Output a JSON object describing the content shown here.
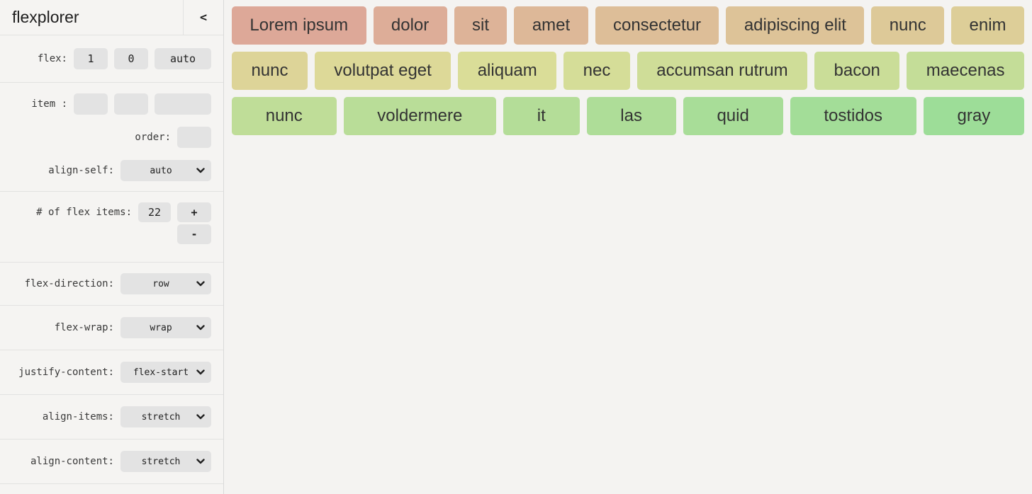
{
  "app": {
    "title": "flexplorer",
    "collapse_icon": "<"
  },
  "sidebar": {
    "flex_row": {
      "label": "flex:",
      "values": [
        "1",
        "0",
        "auto"
      ]
    },
    "item_row": {
      "label": "item :",
      "values": [
        "",
        "",
        ""
      ]
    },
    "order_row": {
      "label": "order:",
      "value": ""
    },
    "align_self_row": {
      "label": "align-self:",
      "value": "auto"
    },
    "count_row": {
      "label": "# of flex items:",
      "value": "22",
      "increment_label": "+",
      "decrement_label": "-"
    },
    "selects": [
      {
        "label": "flex-direction:",
        "value": "row"
      },
      {
        "label": "flex-wrap:",
        "value": "wrap"
      },
      {
        "label": "justify-content:",
        "value": "flex-start"
      },
      {
        "label": "align-items:",
        "value": "stretch"
      },
      {
        "label": "align-content:",
        "value": "stretch"
      }
    ]
  },
  "canvas": {
    "items": [
      {
        "label": "Lorem ipsum",
        "color": "#DDA898"
      },
      {
        "label": "dolor",
        "color": "#DDAD98"
      },
      {
        "label": "sit",
        "color": "#DDB398"
      },
      {
        "label": "amet",
        "color": "#DDB898"
      },
      {
        "label": "consectetur",
        "color": "#DDBE98"
      },
      {
        "label": "adipiscing elit",
        "color": "#DDC398"
      },
      {
        "label": "nunc",
        "color": "#DDC998"
      },
      {
        "label": "enim",
        "color": "#DDCE98"
      },
      {
        "label": "nunc",
        "color": "#DDD498"
      },
      {
        "label": "volutpat eget",
        "color": "#DDD998"
      },
      {
        "label": "aliquam",
        "color": "#DADD98"
      },
      {
        "label": "nec",
        "color": "#D5DD98"
      },
      {
        "label": "accumsan rutrum",
        "color": "#CFDD98"
      },
      {
        "label": "bacon",
        "color": "#CADD98"
      },
      {
        "label": "maecenas",
        "color": "#C4DD98"
      },
      {
        "label": "nunc",
        "color": "#BFDD98"
      },
      {
        "label": "voldermere",
        "color": "#B9DD98"
      },
      {
        "label": "it",
        "color": "#B4DD98"
      },
      {
        "label": "las",
        "color": "#AEDD98"
      },
      {
        "label": "quid",
        "color": "#A8DD98"
      },
      {
        "label": "tostidos",
        "color": "#A3DD98"
      },
      {
        "label": "gray",
        "color": "#9DDD98"
      }
    ]
  },
  "colors": {
    "background": "#f4f3f1",
    "control_background": "#e3e3e3",
    "divider": "#e2e2e1",
    "item_text": "#333333"
  }
}
